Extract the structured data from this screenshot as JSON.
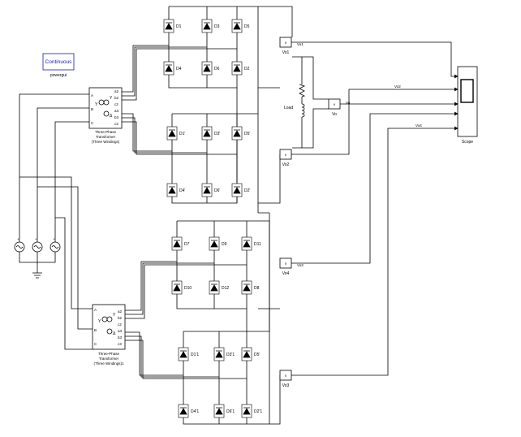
{
  "powergui": {
    "button_label": "Continuous",
    "caption": "powergui"
  },
  "transformers": [
    {
      "title_lines": [
        "Three-Phase",
        "Transformer",
        "(Three Windings)"
      ],
      "ports_left": [
        "A",
        "B",
        "C"
      ],
      "ports_right": [
        "a2",
        "b2",
        "c2",
        "a3",
        "b3",
        "c3"
      ]
    },
    {
      "title_lines": [
        "Three-Phase",
        "Transformer",
        "(Three Windings)1"
      ],
      "ports_left": [
        "A",
        "B",
        "C"
      ],
      "ports_right": [
        "a2",
        "b2",
        "c2",
        "a3",
        "b3",
        "c3"
      ]
    }
  ],
  "bridges": [
    {
      "top": [
        "D1",
        "D3",
        "D5"
      ],
      "bottom": [
        "D4",
        "D6",
        "D2"
      ]
    },
    {
      "top": [
        "D1'",
        "D3'",
        "D5'"
      ],
      "bottom": [
        "D4'",
        "D6'",
        "D2'"
      ]
    },
    {
      "top": [
        "D7",
        "D9",
        "D11"
      ],
      "bottom": [
        "D10",
        "D12",
        "D8"
      ]
    },
    {
      "top": [
        "D1'1",
        "D3'1",
        "D5'"
      ],
      "bottom": [
        "D4'1",
        "D6'1",
        "D2'1"
      ]
    }
  ],
  "voltmeters": [
    {
      "name": "Vo1",
      "signal": "Vo1"
    },
    {
      "name": "Vo2",
      "signal": ""
    },
    {
      "name": "Vo",
      "signal": "Vo"
    },
    {
      "name": "Vo4",
      "signal": "Vo3"
    },
    {
      "name": "Vo3",
      "signal": ""
    }
  ],
  "scope_signals": [
    "Vo2",
    "Vo4"
  ],
  "load": {
    "label": "Load"
  },
  "scope": {
    "label": "Scope"
  },
  "sources": {
    "plus_signs": [
      "+",
      "+",
      "+"
    ]
  }
}
